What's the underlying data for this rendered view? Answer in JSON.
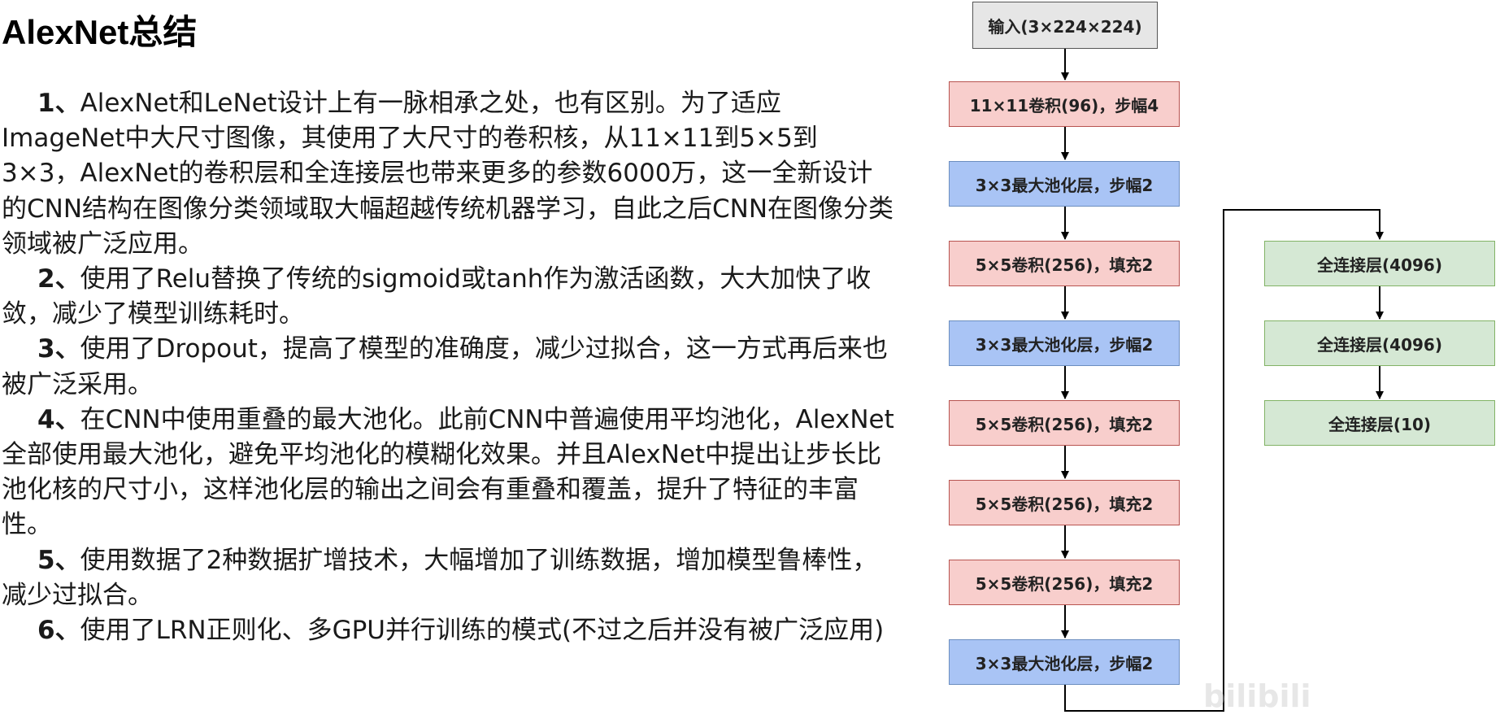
{
  "title": "AlexNet总结",
  "points": [
    {
      "num": "1、",
      "text": "AlexNet和LeNet设计上有一脉相承之处，也有区别。为了适应ImageNet中大尺寸图像，其使用了大尺寸的卷积核，从11×11到5×5到3×3，AlexNet的卷积层和全连接层也带来更多的参数6000万，这一全新设计的CNN结构在图像分类领域取大幅超越传统机器学习，自此之后CNN在图像分类领域被广泛应用。"
    },
    {
      "num": "2、",
      "text": "使用了Relu替换了传统的sigmoid或tanh作为激活函数，大大加快了收敛，减少了模型训练耗时。"
    },
    {
      "num": "3、",
      "text": "使用了Dropout，提高了模型的准确度，减少过拟合，这一方式再后来也被广泛采用。"
    },
    {
      "num": "4、",
      "text": "在CNN中使用重叠的最大池化。此前CNN中普遍使用平均池化，AlexNet全部使用最大池化，避免平均池化的模糊化效果。并且AlexNet中提出让步长比池化核的尺寸小，这样池化层的输出之间会有重叠和覆盖，提升了特征的丰富性。"
    },
    {
      "num": "5、",
      "text": "使用数据了2种数据扩增技术，大幅增加了训练数据，增加模型鲁棒性，减少过拟合。"
    },
    {
      "num": "6、",
      "text": "使用了LRN正则化、多GPU并行训练的模式(不过之后并没有被广泛应用)"
    }
  ],
  "diagram": {
    "input": "输入(3×224×224)",
    "left_column": [
      {
        "label": "11×11卷积(96)，步幅4",
        "kind": "conv"
      },
      {
        "label": "3×3最大池化层，步幅2",
        "kind": "pool"
      },
      {
        "label": "5×5卷积(256)，填充2",
        "kind": "conv"
      },
      {
        "label": "3×3最大池化层，步幅2",
        "kind": "pool"
      },
      {
        "label": "5×5卷积(256)，填充2",
        "kind": "conv"
      },
      {
        "label": "5×5卷积(256)，填充2",
        "kind": "conv"
      },
      {
        "label": "5×5卷积(256)，填充2",
        "kind": "conv"
      },
      {
        "label": "3×3最大池化层，步幅2",
        "kind": "pool"
      }
    ],
    "right_column": [
      {
        "label": "全连接层(4096)",
        "kind": "fc"
      },
      {
        "label": "全连接层(4096)",
        "kind": "fc"
      },
      {
        "label": "全连接层(10)",
        "kind": "fc"
      }
    ],
    "colors": {
      "input": "#e6e6e6",
      "conv": "#f8cecc",
      "pool": "#a9c4f5",
      "fc": "#d5e8d4"
    }
  },
  "watermark": "bilibili"
}
